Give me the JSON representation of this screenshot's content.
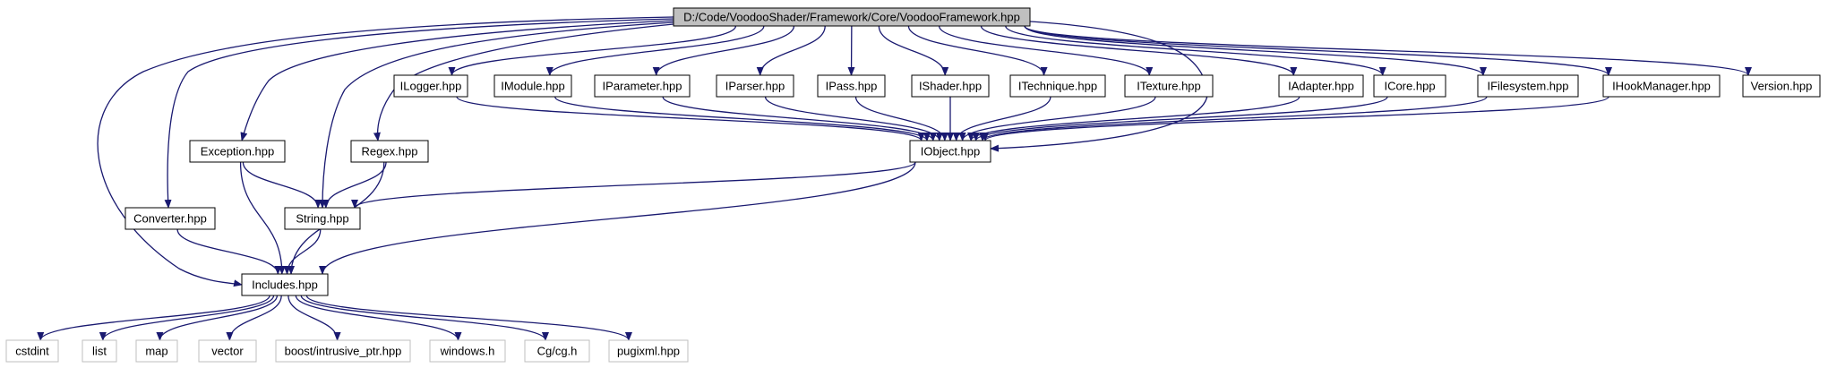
{
  "colors": {
    "edge": "#191970",
    "root_fill": "#bfbfbf",
    "node_border": "#000000",
    "external_border": "#bfbfbf",
    "background": "#ffffff"
  },
  "nodes": {
    "root": {
      "label": "D:/Code/VoodooShader/Framework/Core/VoodooFramework.hpp",
      "kind": "root"
    },
    "ilogger": {
      "label": "ILogger.hpp",
      "kind": "internal"
    },
    "imodule": {
      "label": "IModule.hpp",
      "kind": "internal"
    },
    "iparameter": {
      "label": "IParameter.hpp",
      "kind": "internal"
    },
    "iparser": {
      "label": "IParser.hpp",
      "kind": "internal"
    },
    "ipass": {
      "label": "IPass.hpp",
      "kind": "internal"
    },
    "ishader": {
      "label": "IShader.hpp",
      "kind": "internal"
    },
    "itechnique": {
      "label": "ITechnique.hpp",
      "kind": "internal"
    },
    "itexture": {
      "label": "ITexture.hpp",
      "kind": "internal"
    },
    "iadapter": {
      "label": "IAdapter.hpp",
      "kind": "internal"
    },
    "icore": {
      "label": "ICore.hpp",
      "kind": "internal"
    },
    "ifilesystem": {
      "label": "IFilesystem.hpp",
      "kind": "internal"
    },
    "ihookmanager": {
      "label": "IHookManager.hpp",
      "kind": "internal"
    },
    "version": {
      "label": "Version.hpp",
      "kind": "internal"
    },
    "exception": {
      "label": "Exception.hpp",
      "kind": "internal"
    },
    "regex": {
      "label": "Regex.hpp",
      "kind": "internal"
    },
    "iobject": {
      "label": "IObject.hpp",
      "kind": "internal"
    },
    "converter": {
      "label": "Converter.hpp",
      "kind": "internal"
    },
    "string": {
      "label": "String.hpp",
      "kind": "internal"
    },
    "includes": {
      "label": "Includes.hpp",
      "kind": "internal"
    },
    "cstdint": {
      "label": "cstdint",
      "kind": "external"
    },
    "list": {
      "label": "list",
      "kind": "external"
    },
    "map": {
      "label": "map",
      "kind": "external"
    },
    "vector": {
      "label": "vector",
      "kind": "external"
    },
    "intrusive": {
      "label": "boost/intrusive_ptr.hpp",
      "kind": "external"
    },
    "windows": {
      "label": "windows.h",
      "kind": "external"
    },
    "cg": {
      "label": "Cg/cg.h",
      "kind": "external"
    },
    "pugixml": {
      "label": "pugixml.hpp",
      "kind": "external"
    }
  },
  "edges": [
    [
      "root",
      "ilogger"
    ],
    [
      "root",
      "imodule"
    ],
    [
      "root",
      "iparameter"
    ],
    [
      "root",
      "iparser"
    ],
    [
      "root",
      "ipass"
    ],
    [
      "root",
      "ishader"
    ],
    [
      "root",
      "itechnique"
    ],
    [
      "root",
      "itexture"
    ],
    [
      "root",
      "iadapter"
    ],
    [
      "root",
      "icore"
    ],
    [
      "root",
      "ifilesystem"
    ],
    [
      "root",
      "ihookmanager"
    ],
    [
      "root",
      "version"
    ],
    [
      "root",
      "exception"
    ],
    [
      "root",
      "regex"
    ],
    [
      "root",
      "string"
    ],
    [
      "root",
      "converter"
    ],
    [
      "root",
      "includes"
    ],
    [
      "root",
      "iobject"
    ],
    [
      "ilogger",
      "iobject"
    ],
    [
      "imodule",
      "iobject"
    ],
    [
      "iparameter",
      "iobject"
    ],
    [
      "iparser",
      "iobject"
    ],
    [
      "ipass",
      "iobject"
    ],
    [
      "ishader",
      "iobject"
    ],
    [
      "itechnique",
      "iobject"
    ],
    [
      "itexture",
      "iobject"
    ],
    [
      "iadapter",
      "iobject"
    ],
    [
      "icore",
      "iobject"
    ],
    [
      "ifilesystem",
      "iobject"
    ],
    [
      "ihookmanager",
      "iobject"
    ],
    [
      "iobject",
      "string"
    ],
    [
      "iobject",
      "includes"
    ],
    [
      "exception",
      "string"
    ],
    [
      "exception",
      "includes"
    ],
    [
      "regex",
      "string"
    ],
    [
      "regex",
      "includes"
    ],
    [
      "converter",
      "includes"
    ],
    [
      "string",
      "includes"
    ],
    [
      "includes",
      "cstdint"
    ],
    [
      "includes",
      "list"
    ],
    [
      "includes",
      "map"
    ],
    [
      "includes",
      "vector"
    ],
    [
      "includes",
      "intrusive"
    ],
    [
      "includes",
      "windows"
    ],
    [
      "includes",
      "cg"
    ],
    [
      "includes",
      "pugixml"
    ]
  ]
}
